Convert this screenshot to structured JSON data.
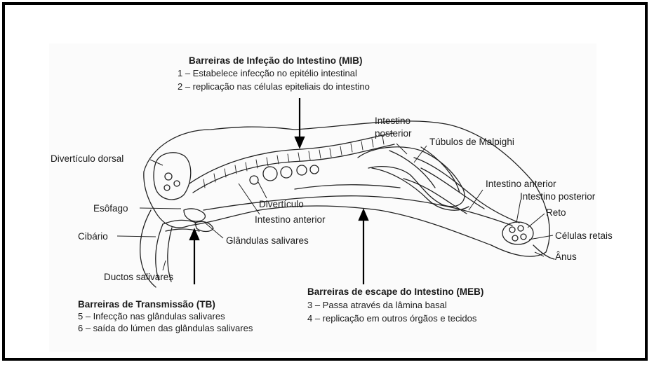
{
  "mib": {
    "title": "Barreiras de Infeção  do Intestino (MIB)",
    "items": [
      "1 – Estabelece infecção no epitélio intestinal",
      "2 – replicação nas células epiteliais do intestino"
    ]
  },
  "tb": {
    "title": "Barreiras de Transmissão (TB)",
    "items": [
      "5 – Infecção nas glândulas salivares",
      "6 – saída do lúmen das glândulas salivares"
    ]
  },
  "meb": {
    "title": "Barreiras de escape do Intestino (MEB)",
    "items": [
      "3 – Passa através da lâmina basal",
      "4 – replicação em outros órgãos e tecidos"
    ]
  },
  "labels": {
    "diverticulo_dorsal": "Divertículo  dorsal",
    "esofago": "Esôfago",
    "cibario": "Cibário",
    "ductos_salivares": "Ductos salivares",
    "glandulas_salivares": "Glândulas salivares",
    "diverticulo": "Divertículo",
    "intestino_anterior_1": "Intestino anterior",
    "intestino_posterior_1": "Intestino\nposterior",
    "tubulos": "Túbulos de Malpighi",
    "intestino_anterior_2": "Intestino anterior",
    "intestino_posterior_2": "Intestino posterior",
    "reto": "Reto",
    "celulas_retais": "Células retais",
    "anus": "Ânus"
  }
}
